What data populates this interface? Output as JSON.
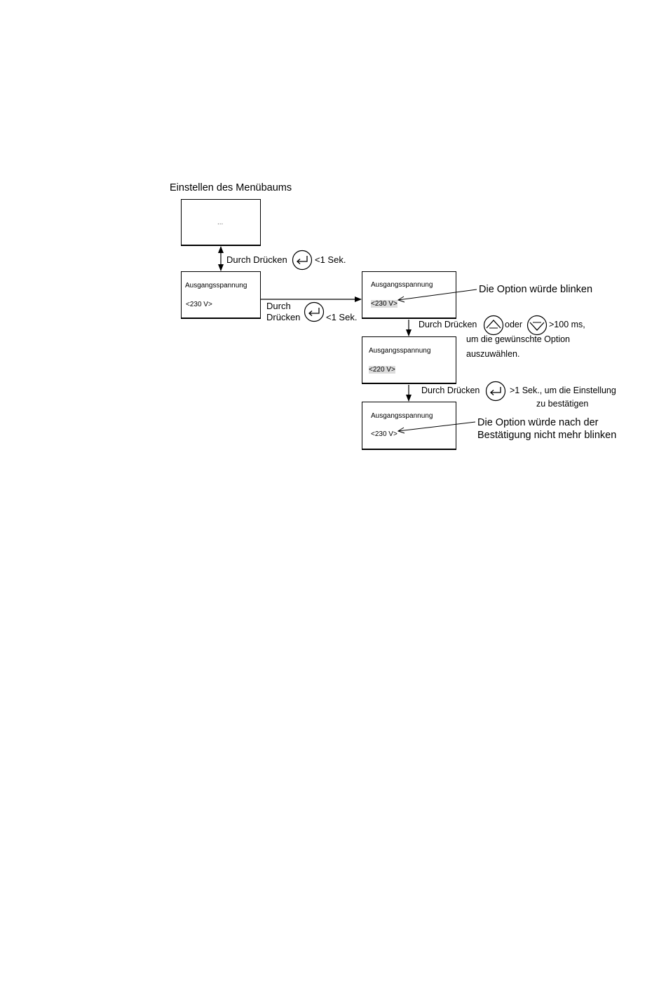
{
  "heading": "Einstellen des Menübaums",
  "screens": {
    "s1": {
      "text": "..."
    },
    "s2": {
      "title": "Ausgangsspannung",
      "value": "<230 V>"
    },
    "s3": {
      "title": "Ausgangsspannung",
      "value": "<230 V>"
    },
    "s4": {
      "title": "Ausgangsspannung",
      "value": "<220 V>"
    },
    "s5": {
      "title": "Ausgangsspannung",
      "value": "<230 V>"
    }
  },
  "labels": {
    "press1": "Durch Drücken",
    "press1_time": "<1 Sek.",
    "press2_line1": "Durch",
    "press2_line2": "Drücken",
    "press2_time": "<1 Sek.",
    "press3": "Durch Drücken",
    "press3_or": "oder",
    "press3_time": ">100 ms,",
    "press3_line2": "um die gewünschte Option",
    "press3_line3": "auszuwählen.",
    "press4": "Durch Drücken",
    "press4_time": ">1 Sek., um die Einstellung",
    "press4_line2": "zu bestätigen",
    "note_blink": "Die Option würde blinken",
    "note_noblink_line1": "Die Option würde nach der",
    "note_noblink_line2": "Bestätigung nicht mehr blinken"
  },
  "icons": {
    "enter": "enter-button-icon",
    "up": "up-button-icon",
    "down": "down-button-icon"
  }
}
